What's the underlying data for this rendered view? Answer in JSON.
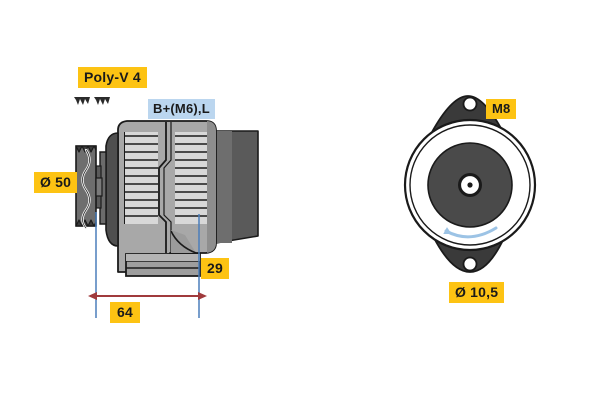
{
  "diagram": {
    "title": "Alternator technical drawing",
    "views": {
      "side": {
        "name": "side-section-view"
      },
      "end": {
        "name": "end-view"
      }
    },
    "colors": {
      "label_yellow": "#FDC313",
      "label_blue": "#BBD6EF",
      "dimension_red": "#A03A3C",
      "extension_blue": "#4A7EBB",
      "rotation_arrow_blue": "#9CC3E5",
      "body_light_grey": "#A8A8A8",
      "body_mid_grey": "#8C8C8C",
      "body_dark_grey": "#4A4A4A",
      "outline_black": "#1A1A1A",
      "background": "#FFFFFF"
    },
    "labels": {
      "poly_v": "Poly-V 4",
      "terminal": "B+(M6),L",
      "pulley_diameter": "Ø 50",
      "dim_29": "29",
      "dim_64": "64",
      "bolt_thread": "M8",
      "mount_hole_diameter": "Ø 10,5"
    },
    "icons": {
      "poly_v_belt_profile": "poly-v-belt-profile-icon",
      "rotation_arrow": "rotation-direction-arrow-icon",
      "dimension_arrow": "dimension-arrow-icon"
    }
  }
}
